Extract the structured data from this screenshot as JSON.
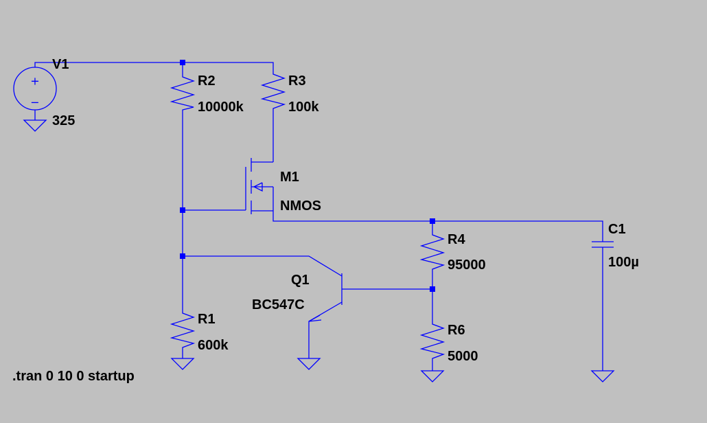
{
  "components": {
    "V1": {
      "name": "V1",
      "value": "325"
    },
    "R1": {
      "name": "R1",
      "value": "600k"
    },
    "R2": {
      "name": "R2",
      "value": "10000k"
    },
    "R3": {
      "name": "R3",
      "value": "100k"
    },
    "R4": {
      "name": "R4",
      "value": "95000"
    },
    "R6": {
      "name": "R6",
      "value": "5000"
    },
    "M1": {
      "name": "M1",
      "value": "NMOS"
    },
    "Q1": {
      "name": "Q1",
      "value": "BC547C"
    },
    "C1": {
      "name": "C1",
      "value": "100µ"
    }
  },
  "directive": ".tran 0 10 0 startup",
  "source_symbols": {
    "plus": "+",
    "minus": "−"
  },
  "colors": {
    "background": "#c0c0c0",
    "wire": "#0000ff",
    "text": "#000000"
  }
}
